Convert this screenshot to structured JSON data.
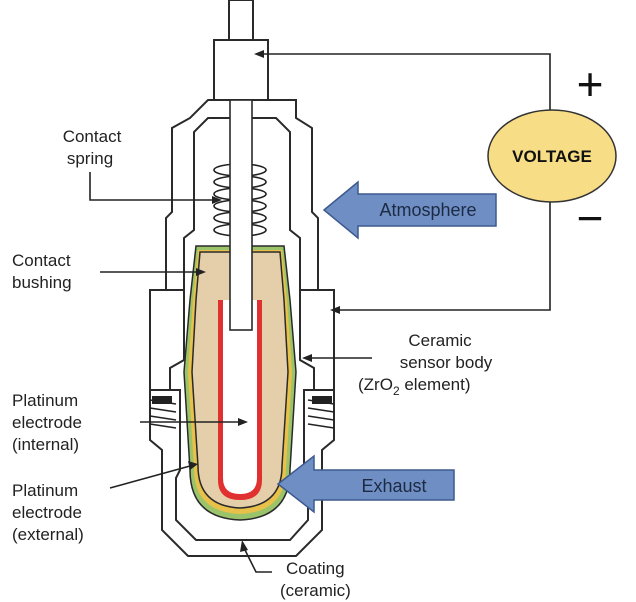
{
  "labels": {
    "contact_spring": [
      "Contact",
      "spring"
    ],
    "contact_bushing": [
      "Contact",
      "bushing"
    ],
    "platinum_internal": [
      "Platinum",
      "electrode",
      "(internal)"
    ],
    "platinum_external": [
      "Platinum",
      "electrode",
      "(external)"
    ],
    "ceramic_body": [
      "Ceramic",
      "sensor body"
    ],
    "zro2": {
      "open": "(ZrO",
      "sub": "2",
      "rest": " element)"
    },
    "coating": [
      "Coating",
      "(ceramic)"
    ]
  },
  "arrows": {
    "atmosphere": "Atmosphere",
    "exhaust": "Exhaust"
  },
  "voltage": {
    "label": "VOLTAGE",
    "plus": "+",
    "minus": "−"
  },
  "colors": {
    "voltage_fill": "#f7dd86",
    "arrow_fill": "#6f8fc4",
    "ceramic": "#e4cfaa",
    "platinum_internal": "#e03030",
    "coating": "#9bc46a"
  }
}
